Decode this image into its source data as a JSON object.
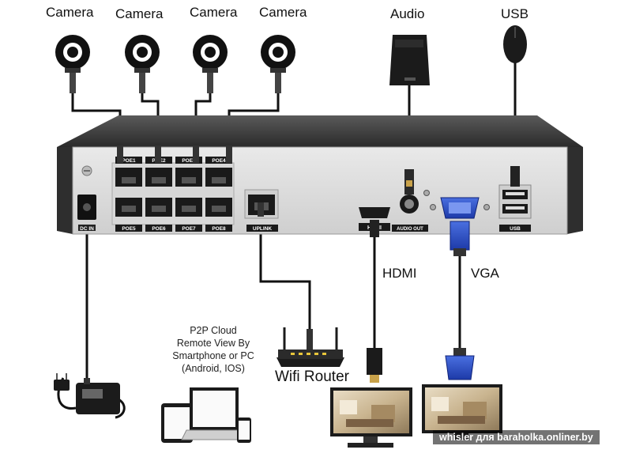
{
  "devices": {
    "cameras": [
      "Camera",
      "Camera",
      "Camera",
      "Camera"
    ],
    "audio": "Audio",
    "usb": "USB",
    "hdmi": "HDMI",
    "vga": "VGA",
    "router": "Wifi Router"
  },
  "cloud": {
    "lines": [
      "P2P Cloud",
      "Remote View By",
      "Smartphone or PC",
      "(Android, IOS)"
    ]
  },
  "panel": {
    "poe_top": [
      "POE1",
      "POE2",
      "POE3",
      "POE4"
    ],
    "poe_bottom": [
      "POE5",
      "POE6",
      "POE7",
      "POE8"
    ],
    "dc_in": "DC IN",
    "uplink": "UPLINK",
    "audio_out": "AUDIO OUT",
    "usb_port": "USB",
    "hdmi_logo": "HDMI"
  },
  "watermark": "whisler для baraholka.onliner.by"
}
